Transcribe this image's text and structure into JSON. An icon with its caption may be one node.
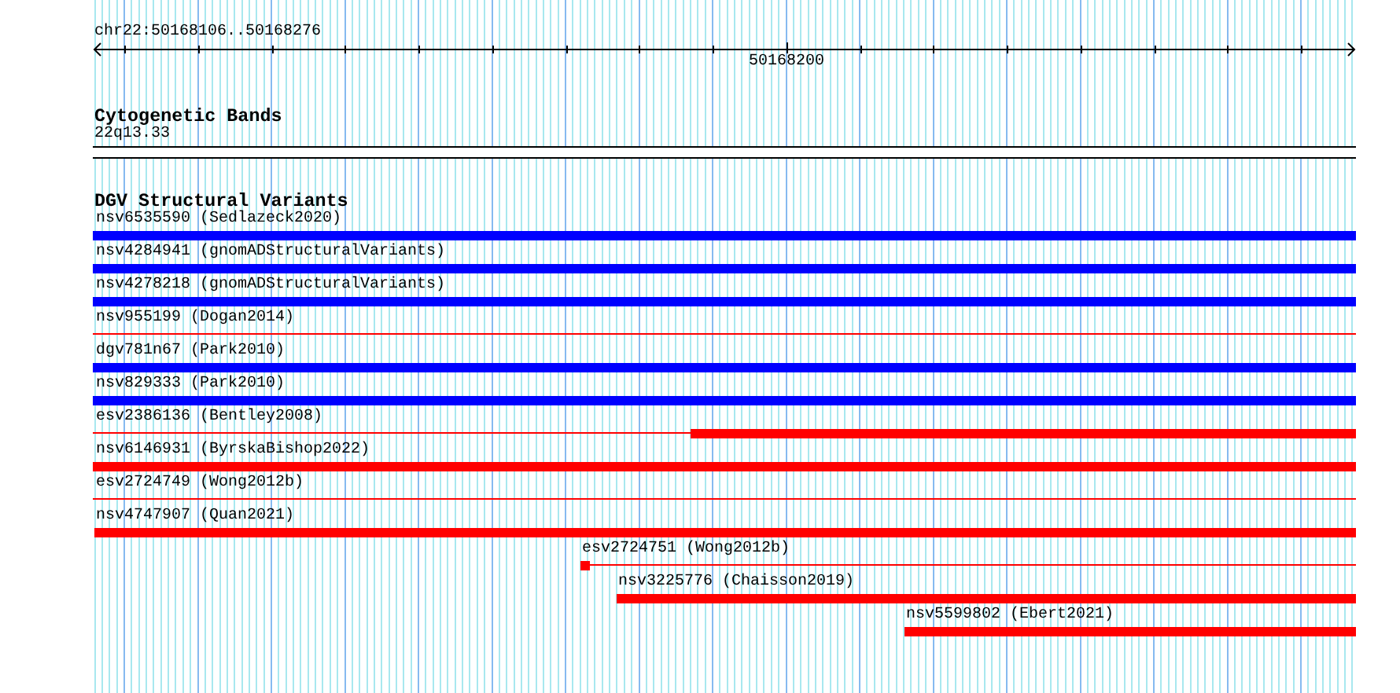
{
  "diagram": {
    "nodes": [
      {
        "text": [
          "22q13.33"
        ]
      },
      {
        "text": [
          "nsv6535590 (Sedlazeck2020)"
        ]
      },
      {
        "text": [
          "nsv4284941 (gnomADStructuralVariants)"
        ]
      },
      {
        "text": [
          "nsv4278218 (gnomADStructuralVariants)"
        ]
      },
      {
        "text": [
          "nsv955199 (Dogan2014)"
        ]
      },
      {
        "text": [
          "dgv781n67 (Park2010)"
        ]
      },
      {
        "text": [
          "nsv829333 (Park2010)"
        ]
      },
      {
        "text": [
          "esv2386136 (Bentley2008)"
        ]
      },
      {
        "text": [
          "nsv6146931 (ByrskaBishop2022)"
        ]
      },
      {
        "text": [
          "esv2724749 (Wong2012b)"
        ]
      },
      {
        "text": [
          "nsv4747907 (Quan2021)"
        ]
      },
      {
        "text": [
          "esv2724751 (Wong2012b)"
        ]
      },
      {
        "text": [
          "nsv3225776 (Chaisson2019)"
        ]
      },
      {
        "text": [
          "nsv5599802 (Ebert2021)"
        ]
      }
    ],
    "labels": [
      "chr22:50168106..50168276",
      "50168200",
      "Cytogenetic Bands",
      "DGV Structural Variants"
    ]
  }
}
